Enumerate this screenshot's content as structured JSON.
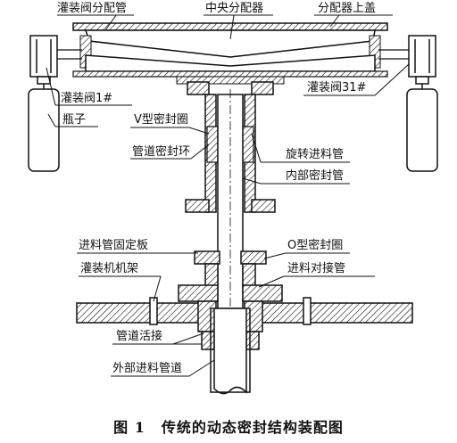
{
  "figure": {
    "number": "图 1",
    "caption": "传统的动态密封结构装配图"
  },
  "labels": {
    "filling_valve_distribution_pipe": "灌装阀分配管",
    "central_distributor": "中央分配器",
    "distributor_top_cover": "分配器上盖",
    "filling_valve_1": "灌装阀1#",
    "filling_valve_31": "灌装阀31#",
    "bottle": "瓶子",
    "v_seal_ring": "V型密封圈",
    "pipe_seal_ring": "管道密封环",
    "rotating_feed_pipe": "旋转进料管",
    "inner_seal_pipe": "内部密封管",
    "feed_pipe_fixing_plate": "进料管固定板",
    "o_seal_ring": "O型密封圈",
    "filling_machine_frame": "灌装机机架",
    "feed_butt_pipe": "进料对接管",
    "pipe_live_joint": "管道活接",
    "external_feed_pipe": "外部进料管道"
  }
}
